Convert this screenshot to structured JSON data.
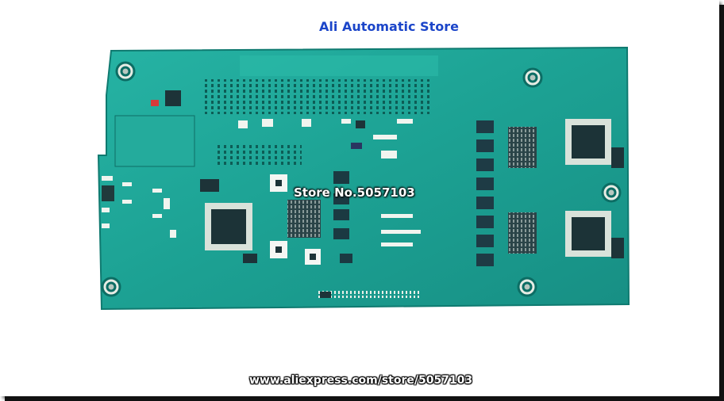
{
  "header": {
    "store_name": "Ali Automatic Store"
  },
  "overlay": {
    "store_number": "Store No.5057103"
  },
  "footer": {
    "url": "www.aliexpress.com/store/5057103"
  },
  "colors": {
    "pcb": "#1fa69a",
    "pcb_dark": "#138478",
    "title_blue": "#1b45c9"
  }
}
